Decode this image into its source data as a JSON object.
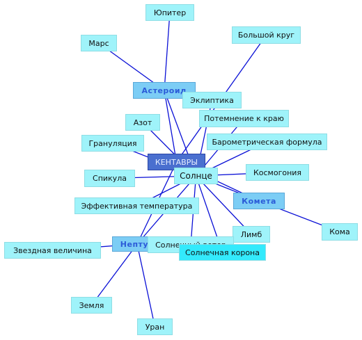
{
  "colors": {
    "edge": "#0a10d6",
    "leaf": "#9ff3fa",
    "hub": "#7ccdf5",
    "center": "#4a6fcf"
  },
  "nodes": [
    {
      "id": "jupiter",
      "label": "Юпитер",
      "kind": "leaf"
    },
    {
      "id": "mars",
      "label": "Марс",
      "kind": "leaf"
    },
    {
      "id": "big_circle",
      "label": "Большой круг",
      "kind": "leaf"
    },
    {
      "id": "asteroid",
      "label": "Астероид",
      "kind": "hub"
    },
    {
      "id": "ecliptic",
      "label": "Эклиптика",
      "kind": "leaf"
    },
    {
      "id": "limb_darkening",
      "label": "Потемнение к краю",
      "kind": "leaf"
    },
    {
      "id": "nitrogen",
      "label": "Азот",
      "kind": "leaf"
    },
    {
      "id": "granulation",
      "label": "Грануляция",
      "kind": "leaf"
    },
    {
      "id": "barometric",
      "label": "Барометрическая формула",
      "kind": "leaf"
    },
    {
      "id": "centaurs",
      "label": "КЕНТАВРЫ",
      "kind": "center"
    },
    {
      "id": "cosmogony",
      "label": "Космогония",
      "kind": "leaf"
    },
    {
      "id": "spicule",
      "label": "Спикула",
      "kind": "leaf"
    },
    {
      "id": "sun",
      "label": "Солнце",
      "kind": "sun"
    },
    {
      "id": "comet",
      "label": "Комета",
      "kind": "hub"
    },
    {
      "id": "eff_temp",
      "label": "Эффективная температура",
      "kind": "leaf"
    },
    {
      "id": "coma",
      "label": "Кома",
      "kind": "leaf"
    },
    {
      "id": "limb",
      "label": "Лимб",
      "kind": "leaf"
    },
    {
      "id": "star_mag",
      "label": "Звездная величина",
      "kind": "leaf"
    },
    {
      "id": "neptune",
      "label": "Нептун",
      "kind": "hub"
    },
    {
      "id": "solar_wind",
      "label": "Солнечный ветер",
      "kind": "leaf"
    },
    {
      "id": "corona",
      "label": "Солнечная корона",
      "kind": "bright"
    },
    {
      "id": "earth",
      "label": "Земля",
      "kind": "leaf"
    },
    {
      "id": "uranus",
      "label": "Уран",
      "kind": "leaf"
    }
  ],
  "edges": [
    [
      "asteroid",
      "jupiter"
    ],
    [
      "asteroid",
      "mars"
    ],
    [
      "asteroid",
      "sun"
    ],
    [
      "asteroid",
      "centaurs"
    ],
    [
      "asteroid",
      "ecliptic"
    ],
    [
      "centaurs",
      "big_circle"
    ],
    [
      "centaurs",
      "comet"
    ],
    [
      "centaurs",
      "neptune"
    ],
    [
      "sun",
      "ecliptic"
    ],
    [
      "sun",
      "limb_darkening"
    ],
    [
      "sun",
      "nitrogen"
    ],
    [
      "sun",
      "granulation"
    ],
    [
      "sun",
      "barometric"
    ],
    [
      "sun",
      "cosmogony"
    ],
    [
      "sun",
      "spicule"
    ],
    [
      "sun",
      "comet"
    ],
    [
      "sun",
      "eff_temp"
    ],
    [
      "sun",
      "limb"
    ],
    [
      "sun",
      "neptune"
    ],
    [
      "sun",
      "solar_wind"
    ],
    [
      "sun",
      "corona"
    ],
    [
      "comet",
      "coma"
    ],
    [
      "neptune",
      "star_mag"
    ],
    [
      "neptune",
      "earth"
    ],
    [
      "neptune",
      "uranus"
    ]
  ]
}
